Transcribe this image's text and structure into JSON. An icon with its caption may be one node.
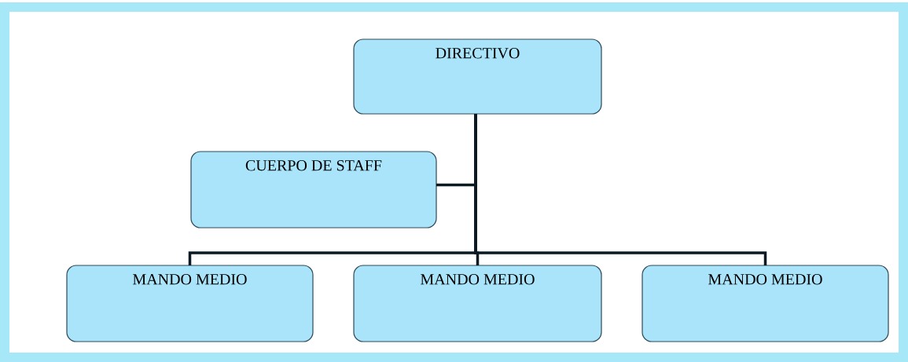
{
  "diagram": {
    "nodes": [
      {
        "text": [
          "DIRECTIVO"
        ]
      },
      {
        "text": [
          "CUERPO DE STAFF"
        ]
      },
      {
        "text": [
          "MANDO MEDIO"
        ]
      },
      {
        "text": [
          "MANDO MEDIO"
        ]
      },
      {
        "text": [
          "MANDO MEDIO"
        ]
      }
    ],
    "edges": [
      {
        "from": 0,
        "to": 1,
        "arrow": "none"
      },
      {
        "from": 0,
        "to": 2,
        "arrow": "none"
      },
      {
        "from": 0,
        "to": 3,
        "arrow": "none"
      },
      {
        "from": 0,
        "to": 4,
        "arrow": "none"
      }
    ]
  }
}
